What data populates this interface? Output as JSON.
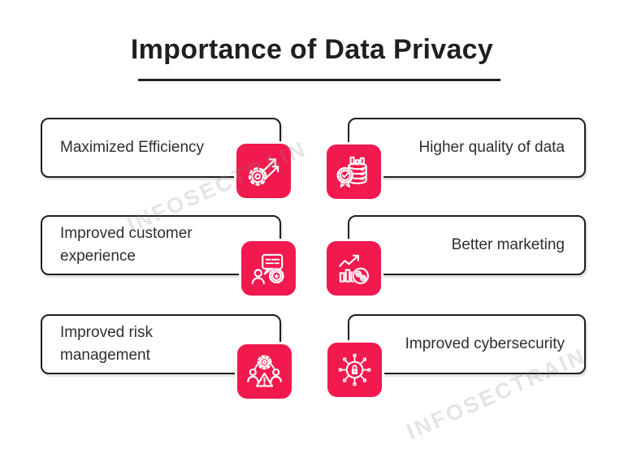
{
  "title": "Importance of Data Privacy",
  "watermark": "INFOSECTRAIN",
  "colors": {
    "accent": "#F2194F",
    "outline": "#1F1F1F",
    "text": "#2E2E2E",
    "background": "#FFFFFF"
  },
  "cards": [
    {
      "label": "Maximized Efficiency",
      "icon": "gear-growth-arrows-icon",
      "side": "left"
    },
    {
      "label": "Higher quality of data",
      "icon": "database-quality-badge-icon",
      "side": "right"
    },
    {
      "label": "Improved customer experience",
      "icon": "customer-feedback-chat-icon",
      "side": "left"
    },
    {
      "label": "Better marketing",
      "icon": "growth-chart-coin-icon",
      "side": "right"
    },
    {
      "label": "Improved risk management",
      "icon": "team-gear-warning-icon",
      "side": "left"
    },
    {
      "label": "Improved cybersecurity",
      "icon": "circuit-chip-lock-icon",
      "side": "right"
    }
  ]
}
